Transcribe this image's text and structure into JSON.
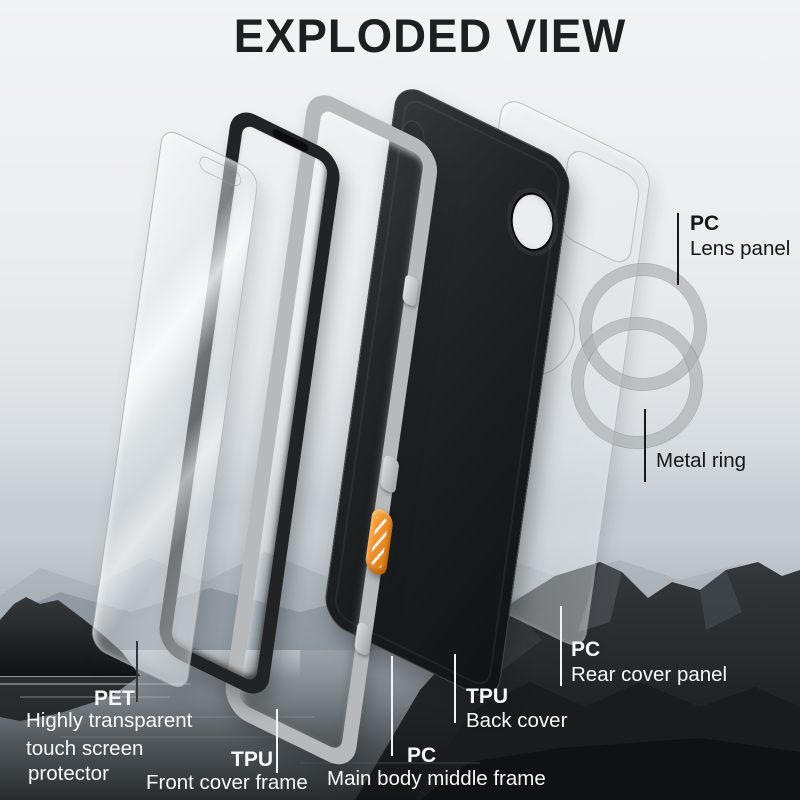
{
  "title": "EXPLODED VIEW",
  "annotations": {
    "lens_panel": {
      "material": "PC",
      "name": "Lens panel"
    },
    "metal_ring": {
      "name": "Metal ring"
    },
    "rear_cover_panel": {
      "material": "PC",
      "name": "Rear cover panel"
    },
    "back_cover": {
      "material": "TPU",
      "name": "Back cover"
    },
    "main_body_middle_frame": {
      "material": "PC",
      "name": "Main body middle frame"
    },
    "front_cover_frame": {
      "material": "TPU",
      "name": "Front cover frame"
    },
    "screen_protector": {
      "material": "PET",
      "name_line1": "Highly transparent",
      "name_line2": "touch screen",
      "name_line3": "protector"
    }
  },
  "colors": {
    "accent_orange": "#ef8f2d",
    "case_black": "#1f2123",
    "case_gray": "#b7b9bb",
    "label_dark": "#141517",
    "label_light": "#f6f7f8"
  }
}
